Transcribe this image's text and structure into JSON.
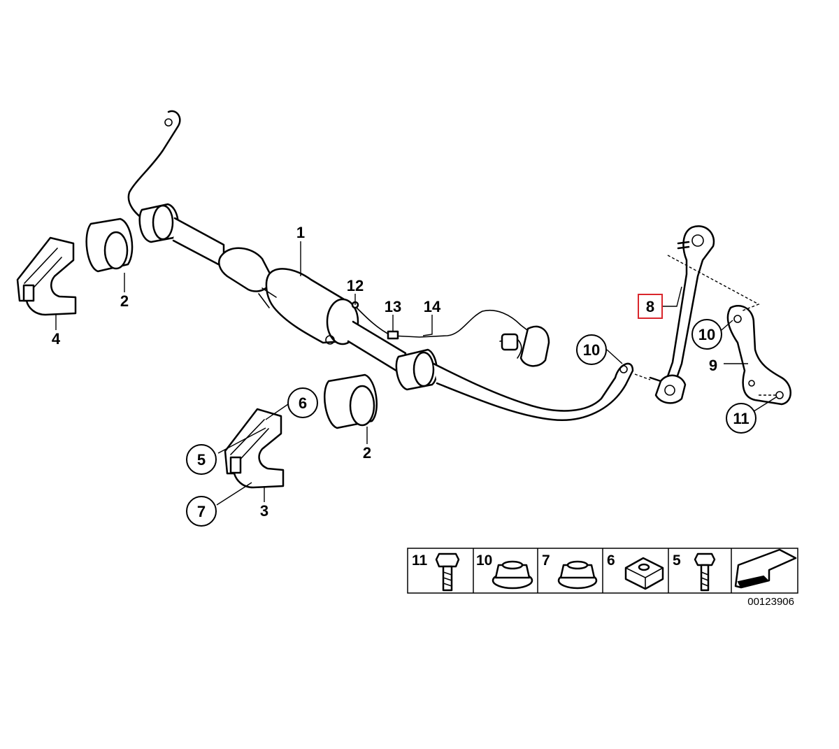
{
  "callouts": {
    "p1": "1",
    "p2a": "2",
    "p2b": "2",
    "p3": "3",
    "p4": "4",
    "p5": "5",
    "p6": "6",
    "p7": "7",
    "p8": "8",
    "p9": "9",
    "p10a": "10",
    "p10b": "10",
    "p11": "11",
    "p12": "12",
    "p13": "13",
    "p14": "14"
  },
  "highlight_color": "#d9262c",
  "legend": [
    {
      "number": "11",
      "icon": "hex-bolt-icon"
    },
    {
      "number": "10",
      "icon": "flange-nut-icon"
    },
    {
      "number": "7",
      "icon": "flange-nut-icon"
    },
    {
      "number": "6",
      "icon": "square-nut-icon"
    },
    {
      "number": "5",
      "icon": "bolt-icon"
    },
    {
      "number": "",
      "icon": "arrow-icon"
    }
  ],
  "diagram_code": "00123906"
}
